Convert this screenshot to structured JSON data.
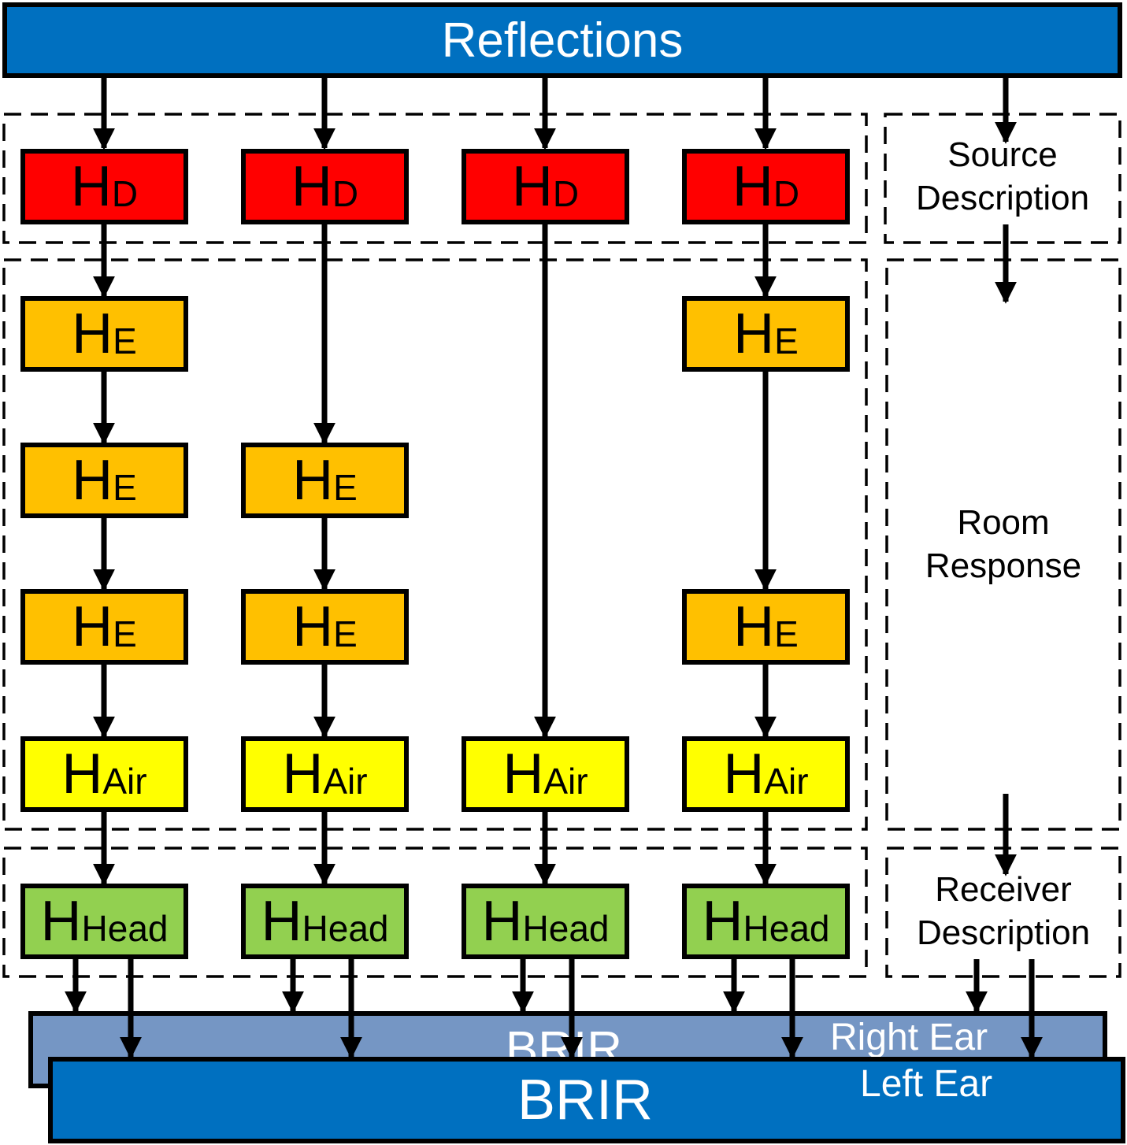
{
  "title": "Reflections",
  "colors": {
    "blue": "#0070c0",
    "blue_light": "#7596c4",
    "red": "#ff0000",
    "orange": "#ffc000",
    "yellow": "#ffff00",
    "green": "#92d050"
  },
  "blocks": {
    "hd": {
      "main": "H",
      "sub": "D"
    },
    "he": {
      "main": "H",
      "sub": "E"
    },
    "hair": {
      "main": "H",
      "sub": "Air"
    },
    "hhead": {
      "main": "H",
      "sub": "Head"
    }
  },
  "sections": {
    "source": [
      "Source",
      "Description"
    ],
    "room": [
      "Room",
      "Response"
    ],
    "receiver": [
      "Receiver",
      "Description"
    ]
  },
  "outputs": {
    "right": {
      "label": "BRIR",
      "ear": "Right Ear"
    },
    "left": {
      "label": "BRIR",
      "ear": "Left Ear"
    }
  }
}
